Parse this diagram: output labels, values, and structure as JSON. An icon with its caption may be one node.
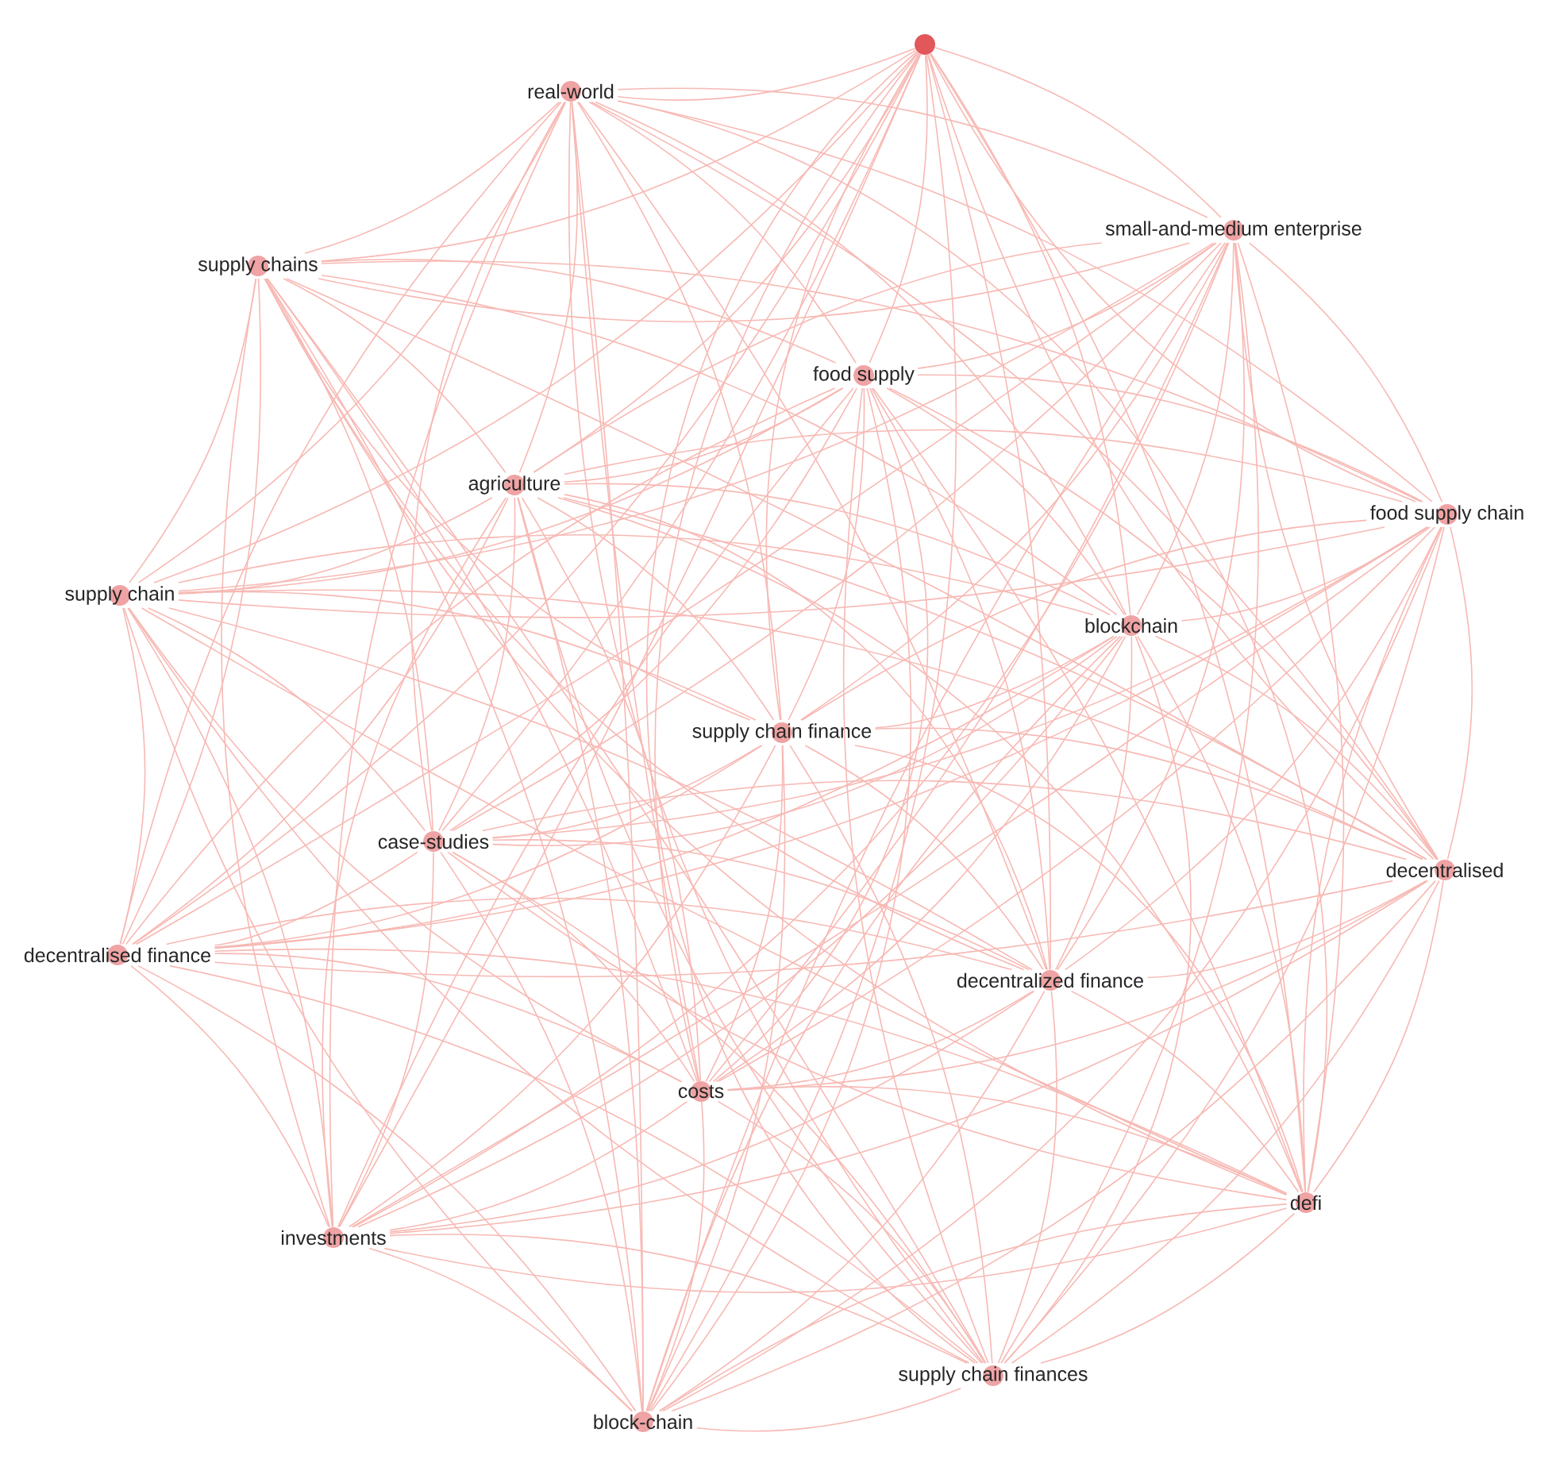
{
  "diagram": {
    "nodes": [
      {
        "text": [],
        "shape": "circle"
      },
      {
        "text": [
          "real-world"
        ]
      },
      {
        "text": [
          "small-and-medium enterprise"
        ]
      },
      {
        "text": [
          "supply chains"
        ]
      },
      {
        "text": [
          "food supply"
        ]
      },
      {
        "text": [
          "agriculture"
        ]
      },
      {
        "text": [
          "food supply chain"
        ]
      },
      {
        "text": [
          "supply chain"
        ]
      },
      {
        "text": [
          "blockchain"
        ]
      },
      {
        "text": [
          "supply chain finance"
        ]
      },
      {
        "text": [
          "case-studies"
        ]
      },
      {
        "text": [
          "decentralised"
        ]
      },
      {
        "text": [
          "decentralised finance"
        ]
      },
      {
        "text": [
          "decentralized finance"
        ]
      },
      {
        "text": [
          "costs"
        ]
      },
      {
        "text": [
          "defi"
        ]
      },
      {
        "text": [
          "investments"
        ]
      },
      {
        "text": [
          "supply chain finances"
        ]
      },
      {
        "text": [
          "block-chain"
        ]
      }
    ],
    "edges": [
      {
        "from": 0,
        "to": 1,
        "arrow": "none"
      },
      {
        "from": 0,
        "to": 2,
        "arrow": "none"
      },
      {
        "from": 0,
        "to": 3,
        "arrow": "none"
      },
      {
        "from": 0,
        "to": 4,
        "arrow": "none"
      },
      {
        "from": 0,
        "to": 5,
        "arrow": "none"
      },
      {
        "from": 0,
        "to": 6,
        "arrow": "none"
      },
      {
        "from": 0,
        "to": 7,
        "arrow": "none"
      },
      {
        "from": 0,
        "to": 8,
        "arrow": "none"
      },
      {
        "from": 0,
        "to": 9,
        "arrow": "none"
      },
      {
        "from": 0,
        "to": 10,
        "arrow": "none"
      },
      {
        "from": 0,
        "to": 11,
        "arrow": "none"
      },
      {
        "from": 0,
        "to": 12,
        "arrow": "none"
      },
      {
        "from": 0,
        "to": 13,
        "arrow": "none"
      },
      {
        "from": 0,
        "to": 14,
        "arrow": "none"
      },
      {
        "from": 0,
        "to": 15,
        "arrow": "none"
      },
      {
        "from": 0,
        "to": 16,
        "arrow": "none"
      },
      {
        "from": 0,
        "to": 17,
        "arrow": "none"
      },
      {
        "from": 0,
        "to": 18,
        "arrow": "none"
      },
      {
        "from": 1,
        "to": 2,
        "arrow": "none"
      },
      {
        "from": 1,
        "to": 3,
        "arrow": "none"
      },
      {
        "from": 1,
        "to": 4,
        "arrow": "none"
      },
      {
        "from": 1,
        "to": 5,
        "arrow": "none"
      },
      {
        "from": 1,
        "to": 6,
        "arrow": "none"
      },
      {
        "from": 1,
        "to": 7,
        "arrow": "none"
      },
      {
        "from": 1,
        "to": 8,
        "arrow": "none"
      },
      {
        "from": 1,
        "to": 9,
        "arrow": "none"
      },
      {
        "from": 1,
        "to": 10,
        "arrow": "none"
      },
      {
        "from": 1,
        "to": 11,
        "arrow": "none"
      },
      {
        "from": 1,
        "to": 12,
        "arrow": "none"
      },
      {
        "from": 1,
        "to": 13,
        "arrow": "none"
      },
      {
        "from": 1,
        "to": 14,
        "arrow": "none"
      },
      {
        "from": 1,
        "to": 15,
        "arrow": "none"
      },
      {
        "from": 1,
        "to": 16,
        "arrow": "none"
      },
      {
        "from": 1,
        "to": 17,
        "arrow": "none"
      },
      {
        "from": 1,
        "to": 18,
        "arrow": "none"
      },
      {
        "from": 2,
        "to": 3,
        "arrow": "none"
      },
      {
        "from": 2,
        "to": 4,
        "arrow": "none"
      },
      {
        "from": 2,
        "to": 5,
        "arrow": "none"
      },
      {
        "from": 2,
        "to": 6,
        "arrow": "none"
      },
      {
        "from": 2,
        "to": 7,
        "arrow": "none"
      },
      {
        "from": 2,
        "to": 8,
        "arrow": "none"
      },
      {
        "from": 2,
        "to": 9,
        "arrow": "none"
      },
      {
        "from": 2,
        "to": 10,
        "arrow": "none"
      },
      {
        "from": 2,
        "to": 11,
        "arrow": "none"
      },
      {
        "from": 2,
        "to": 12,
        "arrow": "none"
      },
      {
        "from": 2,
        "to": 13,
        "arrow": "none"
      },
      {
        "from": 2,
        "to": 14,
        "arrow": "none"
      },
      {
        "from": 2,
        "to": 15,
        "arrow": "none"
      },
      {
        "from": 2,
        "to": 16,
        "arrow": "none"
      },
      {
        "from": 2,
        "to": 17,
        "arrow": "none"
      },
      {
        "from": 2,
        "to": 18,
        "arrow": "none"
      },
      {
        "from": 3,
        "to": 4,
        "arrow": "none"
      },
      {
        "from": 3,
        "to": 5,
        "arrow": "none"
      },
      {
        "from": 3,
        "to": 6,
        "arrow": "none"
      },
      {
        "from": 3,
        "to": 7,
        "arrow": "none"
      },
      {
        "from": 3,
        "to": 8,
        "arrow": "none"
      },
      {
        "from": 3,
        "to": 9,
        "arrow": "none"
      },
      {
        "from": 3,
        "to": 10,
        "arrow": "none"
      },
      {
        "from": 3,
        "to": 11,
        "arrow": "none"
      },
      {
        "from": 3,
        "to": 12,
        "arrow": "none"
      },
      {
        "from": 3,
        "to": 13,
        "arrow": "none"
      },
      {
        "from": 3,
        "to": 14,
        "arrow": "none"
      },
      {
        "from": 3,
        "to": 15,
        "arrow": "none"
      },
      {
        "from": 3,
        "to": 16,
        "arrow": "none"
      },
      {
        "from": 3,
        "to": 17,
        "arrow": "none"
      },
      {
        "from": 3,
        "to": 18,
        "arrow": "none"
      },
      {
        "from": 4,
        "to": 5,
        "arrow": "none"
      },
      {
        "from": 4,
        "to": 6,
        "arrow": "none"
      },
      {
        "from": 4,
        "to": 7,
        "arrow": "none"
      },
      {
        "from": 4,
        "to": 8,
        "arrow": "none"
      },
      {
        "from": 4,
        "to": 9,
        "arrow": "none"
      },
      {
        "from": 4,
        "to": 10,
        "arrow": "none"
      },
      {
        "from": 4,
        "to": 11,
        "arrow": "none"
      },
      {
        "from": 4,
        "to": 12,
        "arrow": "none"
      },
      {
        "from": 4,
        "to": 13,
        "arrow": "none"
      },
      {
        "from": 4,
        "to": 14,
        "arrow": "none"
      },
      {
        "from": 4,
        "to": 15,
        "arrow": "none"
      },
      {
        "from": 4,
        "to": 16,
        "arrow": "none"
      },
      {
        "from": 4,
        "to": 17,
        "arrow": "none"
      },
      {
        "from": 4,
        "to": 18,
        "arrow": "none"
      },
      {
        "from": 5,
        "to": 6,
        "arrow": "none"
      },
      {
        "from": 5,
        "to": 7,
        "arrow": "none"
      },
      {
        "from": 5,
        "to": 8,
        "arrow": "none"
      },
      {
        "from": 5,
        "to": 9,
        "arrow": "none"
      },
      {
        "from": 5,
        "to": 10,
        "arrow": "none"
      },
      {
        "from": 5,
        "to": 11,
        "arrow": "none"
      },
      {
        "from": 5,
        "to": 12,
        "arrow": "none"
      },
      {
        "from": 5,
        "to": 13,
        "arrow": "none"
      },
      {
        "from": 5,
        "to": 14,
        "arrow": "none"
      },
      {
        "from": 5,
        "to": 15,
        "arrow": "none"
      },
      {
        "from": 5,
        "to": 16,
        "arrow": "none"
      },
      {
        "from": 5,
        "to": 17,
        "arrow": "none"
      },
      {
        "from": 5,
        "to": 18,
        "arrow": "none"
      },
      {
        "from": 6,
        "to": 7,
        "arrow": "none"
      },
      {
        "from": 6,
        "to": 8,
        "arrow": "none"
      },
      {
        "from": 6,
        "to": 9,
        "arrow": "none"
      },
      {
        "from": 6,
        "to": 10,
        "arrow": "none"
      },
      {
        "from": 6,
        "to": 11,
        "arrow": "none"
      },
      {
        "from": 6,
        "to": 12,
        "arrow": "none"
      },
      {
        "from": 6,
        "to": 13,
        "arrow": "none"
      },
      {
        "from": 6,
        "to": 14,
        "arrow": "none"
      },
      {
        "from": 6,
        "to": 15,
        "arrow": "none"
      },
      {
        "from": 6,
        "to": 16,
        "arrow": "none"
      },
      {
        "from": 6,
        "to": 17,
        "arrow": "none"
      },
      {
        "from": 6,
        "to": 18,
        "arrow": "none"
      },
      {
        "from": 7,
        "to": 8,
        "arrow": "none"
      },
      {
        "from": 7,
        "to": 9,
        "arrow": "none"
      },
      {
        "from": 7,
        "to": 10,
        "arrow": "none"
      },
      {
        "from": 7,
        "to": 11,
        "arrow": "none"
      },
      {
        "from": 7,
        "to": 12,
        "arrow": "none"
      },
      {
        "from": 7,
        "to": 13,
        "arrow": "none"
      },
      {
        "from": 7,
        "to": 14,
        "arrow": "none"
      },
      {
        "from": 7,
        "to": 15,
        "arrow": "none"
      },
      {
        "from": 7,
        "to": 16,
        "arrow": "none"
      },
      {
        "from": 7,
        "to": 17,
        "arrow": "none"
      },
      {
        "from": 7,
        "to": 18,
        "arrow": "none"
      },
      {
        "from": 8,
        "to": 9,
        "arrow": "none"
      },
      {
        "from": 8,
        "to": 10,
        "arrow": "none"
      },
      {
        "from": 8,
        "to": 11,
        "arrow": "none"
      },
      {
        "from": 8,
        "to": 12,
        "arrow": "none"
      },
      {
        "from": 8,
        "to": 13,
        "arrow": "none"
      },
      {
        "from": 8,
        "to": 14,
        "arrow": "none"
      },
      {
        "from": 8,
        "to": 15,
        "arrow": "none"
      },
      {
        "from": 8,
        "to": 16,
        "arrow": "none"
      },
      {
        "from": 8,
        "to": 17,
        "arrow": "none"
      },
      {
        "from": 8,
        "to": 18,
        "arrow": "none"
      },
      {
        "from": 9,
        "to": 10,
        "arrow": "none"
      },
      {
        "from": 9,
        "to": 11,
        "arrow": "none"
      },
      {
        "from": 9,
        "to": 12,
        "arrow": "none"
      },
      {
        "from": 9,
        "to": 13,
        "arrow": "none"
      },
      {
        "from": 9,
        "to": 14,
        "arrow": "none"
      },
      {
        "from": 9,
        "to": 15,
        "arrow": "none"
      },
      {
        "from": 9,
        "to": 16,
        "arrow": "none"
      },
      {
        "from": 9,
        "to": 17,
        "arrow": "none"
      },
      {
        "from": 9,
        "to": 18,
        "arrow": "none"
      },
      {
        "from": 10,
        "to": 11,
        "arrow": "none"
      },
      {
        "from": 10,
        "to": 12,
        "arrow": "none"
      },
      {
        "from": 10,
        "to": 13,
        "arrow": "none"
      },
      {
        "from": 10,
        "to": 14,
        "arrow": "none"
      },
      {
        "from": 10,
        "to": 15,
        "arrow": "none"
      },
      {
        "from": 10,
        "to": 16,
        "arrow": "none"
      },
      {
        "from": 10,
        "to": 17,
        "arrow": "none"
      },
      {
        "from": 10,
        "to": 18,
        "arrow": "none"
      },
      {
        "from": 11,
        "to": 12,
        "arrow": "none"
      },
      {
        "from": 11,
        "to": 13,
        "arrow": "none"
      },
      {
        "from": 11,
        "to": 14,
        "arrow": "none"
      },
      {
        "from": 11,
        "to": 15,
        "arrow": "none"
      },
      {
        "from": 11,
        "to": 16,
        "arrow": "none"
      },
      {
        "from": 11,
        "to": 17,
        "arrow": "none"
      },
      {
        "from": 11,
        "to": 18,
        "arrow": "none"
      },
      {
        "from": 12,
        "to": 13,
        "arrow": "none"
      },
      {
        "from": 12,
        "to": 14,
        "arrow": "none"
      },
      {
        "from": 12,
        "to": 15,
        "arrow": "none"
      },
      {
        "from": 12,
        "to": 16,
        "arrow": "none"
      },
      {
        "from": 12,
        "to": 17,
        "arrow": "none"
      },
      {
        "from": 12,
        "to": 18,
        "arrow": "none"
      },
      {
        "from": 13,
        "to": 14,
        "arrow": "none"
      },
      {
        "from": 13,
        "to": 15,
        "arrow": "none"
      },
      {
        "from": 13,
        "to": 16,
        "arrow": "none"
      },
      {
        "from": 13,
        "to": 17,
        "arrow": "none"
      },
      {
        "from": 13,
        "to": 18,
        "arrow": "none"
      },
      {
        "from": 14,
        "to": 15,
        "arrow": "none"
      },
      {
        "from": 14,
        "to": 16,
        "arrow": "none"
      },
      {
        "from": 14,
        "to": 17,
        "arrow": "none"
      },
      {
        "from": 14,
        "to": 18,
        "arrow": "none"
      },
      {
        "from": 15,
        "to": 16,
        "arrow": "none"
      },
      {
        "from": 15,
        "to": 17,
        "arrow": "none"
      },
      {
        "from": 15,
        "to": 18,
        "arrow": "none"
      },
      {
        "from": 16,
        "to": 17,
        "arrow": "none"
      },
      {
        "from": 16,
        "to": 18,
        "arrow": "none"
      },
      {
        "from": 17,
        "to": 18,
        "arrow": "none"
      }
    ]
  }
}
